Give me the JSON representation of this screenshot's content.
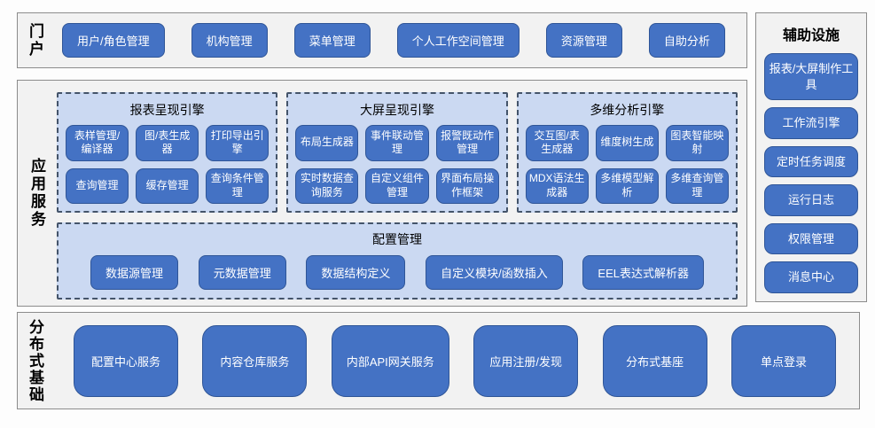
{
  "colors": {
    "button_fill": "#4472C4",
    "button_border": "#2F5597",
    "button_text": "#FFFFFF",
    "panel_fill": "#CBD9F2",
    "panel_border": "#44546A",
    "section_fill": "#F2F2F2",
    "section_border": "#8C8C8C",
    "label_text": "#000000"
  },
  "portal": {
    "label": "门户",
    "buttons": [
      "用户/角色管理",
      "机构管理",
      "菜单管理",
      "个人工作空间管理",
      "资源管理",
      "自助分析"
    ]
  },
  "app_services": {
    "label": "应用服务",
    "engines": [
      {
        "title": "报表呈现引擎",
        "buttons": [
          "表样管理/编译器",
          "图/表生成器",
          "打印导出引擎",
          "查询管理",
          "缓存管理",
          "查询条件管理"
        ]
      },
      {
        "title": "大屏呈现引擎",
        "buttons": [
          "布局生成器",
          "事件联动管理",
          "报警既动作管理",
          "实时数据查询服务",
          "自定义组件管理",
          "界面布局操作框架"
        ]
      },
      {
        "title": "多维分析引擎",
        "buttons": [
          "交互图/表生成器",
          "维度树生成",
          "图表智能映射",
          "MDX语法生成器",
          "多维模型解析",
          "多维查询管理"
        ]
      }
    ],
    "config": {
      "title": "配置管理",
      "buttons": [
        "数据源管理",
        "元数据管理",
        "数据结构定义",
        "自定义模块/函数插入",
        "EEL表达式解析器"
      ]
    }
  },
  "auxiliary": {
    "title": "辅助设施",
    "buttons": [
      "报表/大屏制作工具",
      "工作流引擎",
      "定时任务调度",
      "运行日志",
      "权限管理",
      "消息中心"
    ]
  },
  "distributed": {
    "label": "分布式基础",
    "buttons": [
      "配置中心服务",
      "内容仓库服务",
      "内部API网关服务",
      "应用注册/发现",
      "分布式基座",
      "单点登录"
    ]
  }
}
